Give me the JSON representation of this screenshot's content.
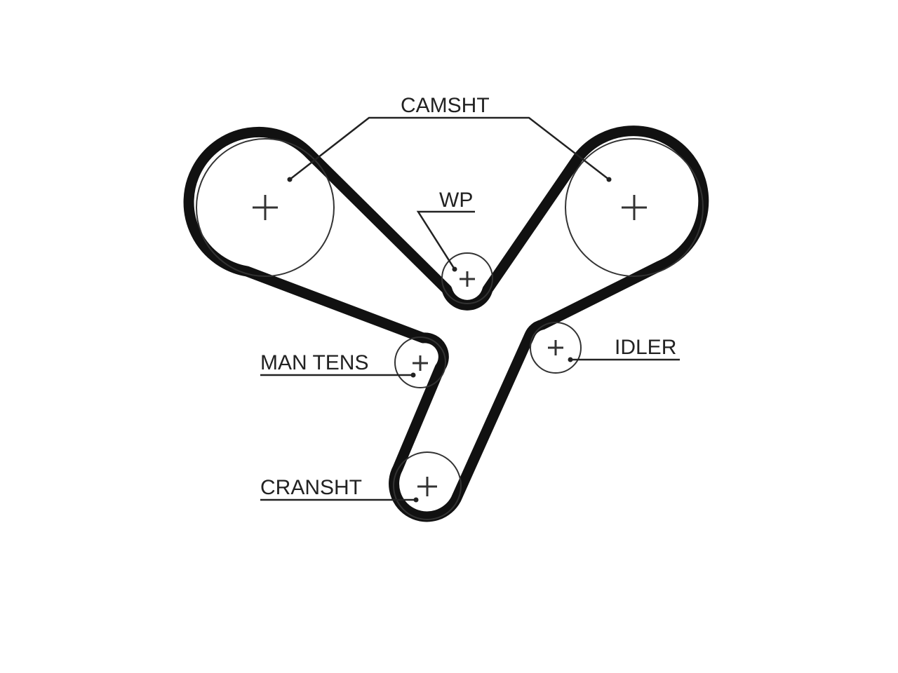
{
  "diagram": {
    "title": "",
    "colors": {
      "belt": "#111111",
      "pulley": "#333333",
      "leader": "#222222",
      "text": "#222222",
      "background": "#ffffff"
    },
    "labels": {
      "camshaft": "CAMSHT",
      "water_pump": "WP",
      "manual_tensioner": "MAN TENS",
      "idler": "IDLER",
      "crankshaft": "CRANSHT"
    },
    "components": [
      {
        "id": "camshaft-left",
        "label_key": "camshaft"
      },
      {
        "id": "camshaft-right",
        "label_key": "camshaft"
      },
      {
        "id": "water-pump",
        "label_key": "water_pump"
      },
      {
        "id": "manual-tensioner",
        "label_key": "manual_tensioner"
      },
      {
        "id": "idler",
        "label_key": "idler"
      },
      {
        "id": "crankshaft",
        "label_key": "crankshaft"
      }
    ],
    "belt_route": [
      "camshaft-left",
      "water-pump",
      "camshaft-right",
      "idler",
      "crankshaft",
      "manual-tensioner",
      "camshaft-left"
    ]
  }
}
